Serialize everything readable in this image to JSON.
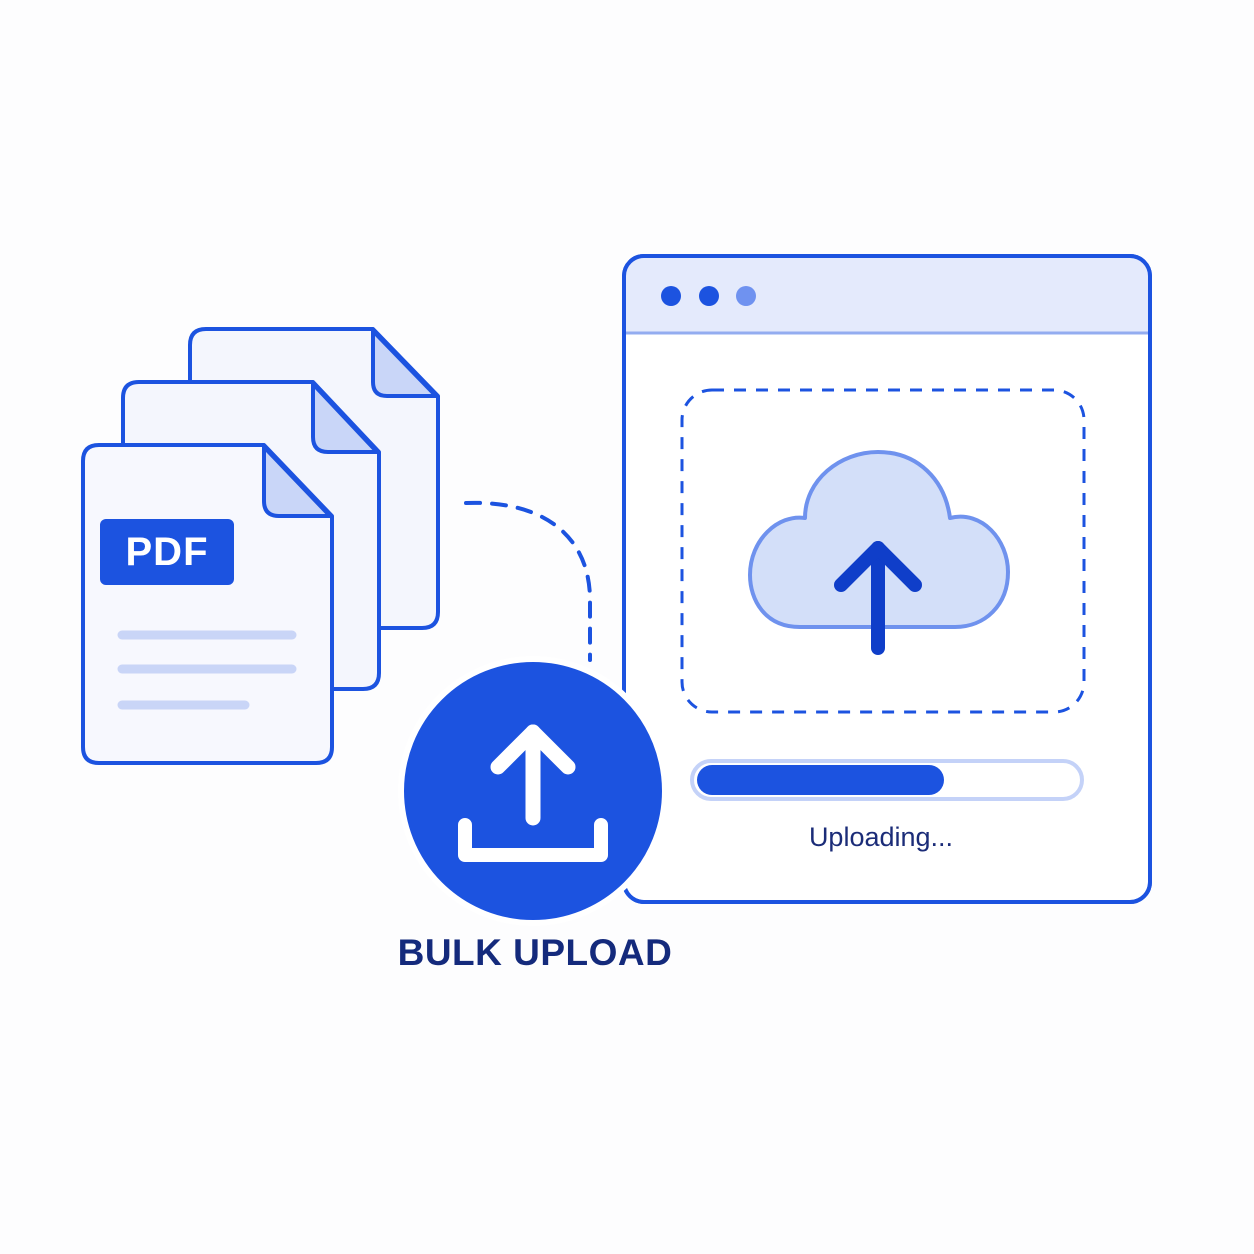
{
  "colors": {
    "primary": "#1c53e0",
    "primary_dark": "#0f3ec9",
    "light_fill": "#e4eafc",
    "doc_fill": "#f4f6fd",
    "line_light": "#c9d5f7",
    "progress_track": "#c4d2f8",
    "text_dark": "#142a7c"
  },
  "icons": {
    "file_stack": "pdf-file-stack-icon",
    "upload_button": "upload-tray-icon",
    "cloud": "cloud-upload-icon",
    "connector": "dashed-connector"
  },
  "files": {
    "badge_label": "PDF",
    "stack_count": 3
  },
  "upload_button": {
    "label": "BULK UPLOAD"
  },
  "browser_window": {
    "dots": 3,
    "dropzone_style": "dashed",
    "progress": {
      "value_percent": 65,
      "status_text": "Uploading..."
    }
  }
}
